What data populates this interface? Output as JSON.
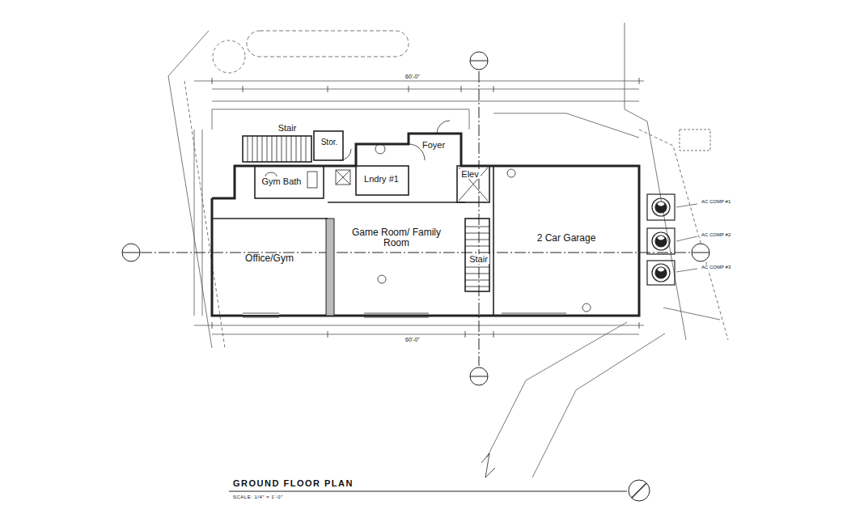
{
  "diagram": {
    "nodes": [
      {
        "text": [
          "Stair"
        ]
      },
      {
        "text": [
          "Stor."
        ]
      },
      {
        "text": [
          "Foyer"
        ]
      },
      {
        "text": [
          "Gym Bath"
        ]
      },
      {
        "text": [
          "Lndry #1"
        ]
      },
      {
        "text": [
          "Elev"
        ]
      },
      {
        "text": [
          "Game Room/ Family Room"
        ]
      },
      {
        "text": [
          "Office/Gym"
        ]
      },
      {
        "text": [
          "Stair"
        ]
      },
      {
        "text": [
          "2 Car Garage"
        ]
      }
    ],
    "labels": [
      "GROUND FLOOR PLAN",
      "SCALE: 1/4\" = 1'-0\"",
      "AC COMP #1",
      "AC COMP #2",
      "AC COMP #3",
      "60'-0\"",
      "60'-0\""
    ]
  }
}
